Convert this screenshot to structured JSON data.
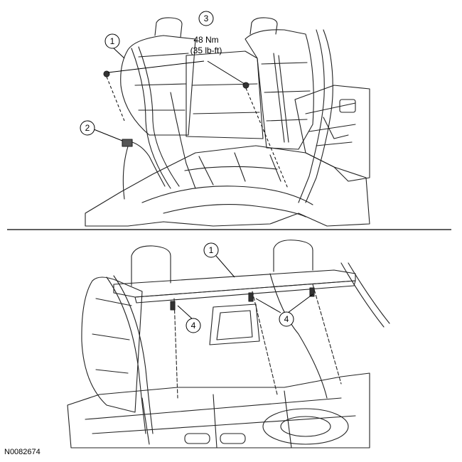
{
  "figure_id": "N0082674",
  "top_view": {
    "callouts": [
      {
        "number": "1"
      },
      {
        "number": "2"
      },
      {
        "number": "3"
      }
    ],
    "torque": {
      "metric": "48 Nm",
      "imperial": "(35 lb-ft)"
    }
  },
  "bottom_view": {
    "callouts": [
      {
        "number": "1"
      },
      {
        "number": "4"
      },
      {
        "number": "4"
      }
    ]
  }
}
